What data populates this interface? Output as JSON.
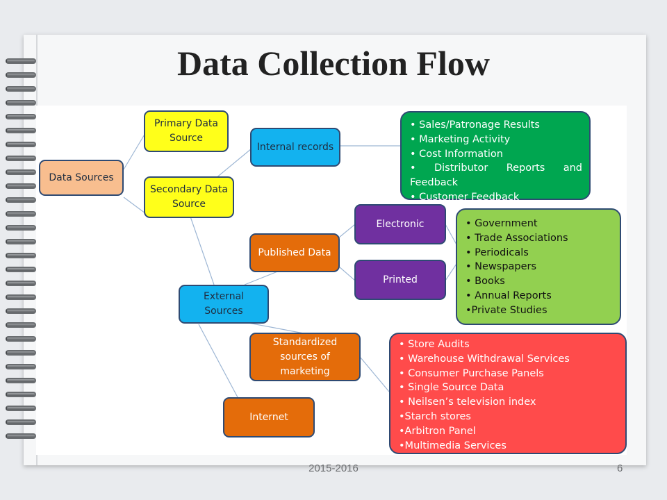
{
  "slide": {
    "title": "Data Collection Flow",
    "footer_date": "2015-2016",
    "page_number": "6"
  },
  "nodes": {
    "data_sources": "Data Sources",
    "primary": "Primary Data Source",
    "secondary": "Secondary Data Source",
    "internal": "Internal records",
    "external": "External Sources",
    "published": "Published Data",
    "electronic": "Electronic",
    "printed": "Printed",
    "standardized": "Standardized sources of marketing",
    "internet": "Internet"
  },
  "lists": {
    "internal_items": [
      "• Sales/Patronage Results",
      "• Marketing Activity",
      "• Cost Information",
      "• Distributor Reports and Feedback",
      "• Customer Feedback"
    ],
    "published_items": [
      "• Government",
      "• Trade Associations",
      "• Periodicals",
      "• Newspapers",
      "• Books",
      "• Annual Reports",
      "•Private Studies"
    ],
    "standardized_items": [
      "• Store Audits",
      "• Warehouse Withdrawal Services",
      "• Consumer Purchase Panels",
      "• Single Source Data",
      "• Neilsen’s television index",
      "•Starch stores",
      "•Arbitron Panel",
      "•Multimedia Services"
    ]
  },
  "colors": {
    "primary_yellow": "#ffff1a",
    "root_peach": "#f8be8f",
    "record_blue": "#13b2ef",
    "published_orange": "#e46c0a",
    "media_purple": "#7030a0",
    "internal_list_green": "#00a650",
    "published_list_lime": "#92d050",
    "standardized_list_red": "#ff4b4b",
    "connector": "#9db6d4"
  }
}
